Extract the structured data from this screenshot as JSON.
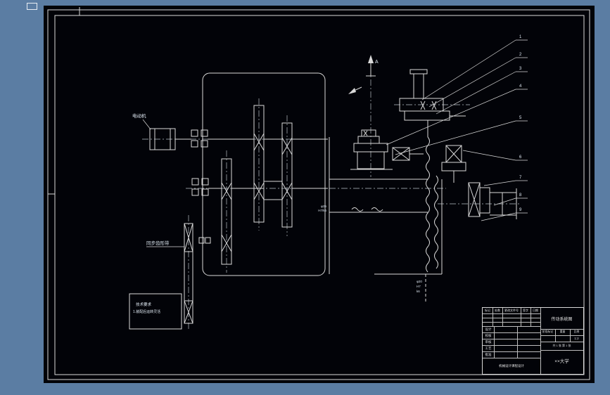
{
  "page": {
    "background_color": "#5b7da3",
    "sheet_color": "#020308",
    "line_color": "#d9d9d9",
    "label_color": "#dfe8f2"
  },
  "labels": {
    "motor": "电动机",
    "belt": "同步齿形带"
  },
  "notes": {
    "line1": "技术要求",
    "line2": "1.装配后运转灵活"
  },
  "annotations": {
    "view_label": "A",
    "balloons": [
      "1",
      "2",
      "3",
      "4",
      "5",
      "6",
      "7",
      "8",
      "9"
    ],
    "fit_left": [
      "φ25",
      "H7/k6"
    ],
    "fit_bottom": [
      "φ20",
      "H7",
      "k6"
    ]
  },
  "title_block": {
    "header_cols": [
      "标记",
      "处数",
      "更改文件号",
      "签字",
      "日期"
    ],
    "roles": [
      "设计",
      "校核",
      "审核",
      "工艺",
      "批准"
    ],
    "name": "传动系统图",
    "stage_label": "阶段标记",
    "weight_label": "重量",
    "scale_label": "比例",
    "scale_value": "1:2",
    "sheet_info": "共 1 张 第 1 张",
    "course": "机械设计课程设计",
    "org": "××大学"
  }
}
